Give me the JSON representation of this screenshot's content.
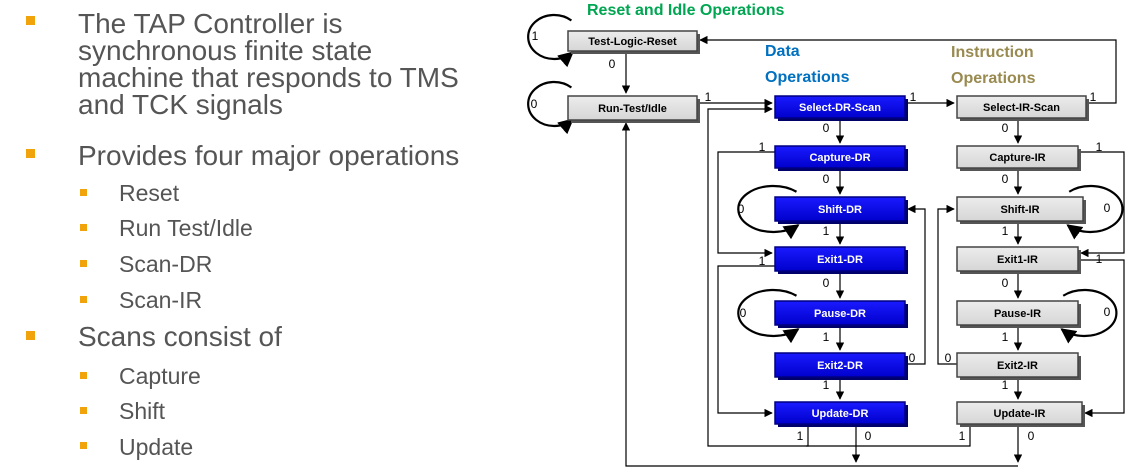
{
  "bullets": {
    "b1_lines": [
      "The TAP Controller is",
      "synchronous finite state",
      "machine that responds to TMS",
      "and TCK signals"
    ],
    "b2": "Provides four major operations",
    "ops": [
      "Reset",
      "Run Test/Idle",
      "Scan-DR",
      "Scan-IR"
    ],
    "b3": "Scans consist of",
    "scan_items": [
      "Capture",
      "Shift",
      "Update"
    ]
  },
  "diagram": {
    "headers": {
      "reset": "Reset and Idle Operations",
      "data_1": "Data",
      "data_2": "Operations",
      "instr_1": "Instruction",
      "instr_2": "Operations"
    },
    "states": {
      "tlr": "Test-Logic-Reset",
      "rti": "Run-Test/Idle",
      "sdr": "Select-DR-Scan",
      "sir": "Select-IR-Scan",
      "cdr": "Capture-DR",
      "cir": "Capture-IR",
      "shdr": "Shift-DR",
      "shir": "Shift-IR",
      "e1dr": "Exit1-DR",
      "e1ir": "Exit1-IR",
      "pdr": "Pause-DR",
      "pir": "Pause-IR",
      "e2dr": "Exit2-DR",
      "e2ir": "Exit2-IR",
      "udr": "Update-DR",
      "uir": "Update-IR"
    },
    "colors": {
      "reset_header": "#00a651",
      "data_header": "#0070c0",
      "instr_header": "#998a50",
      "bullet": "#f0a30a"
    },
    "transition_values": [
      "0",
      "1"
    ]
  }
}
